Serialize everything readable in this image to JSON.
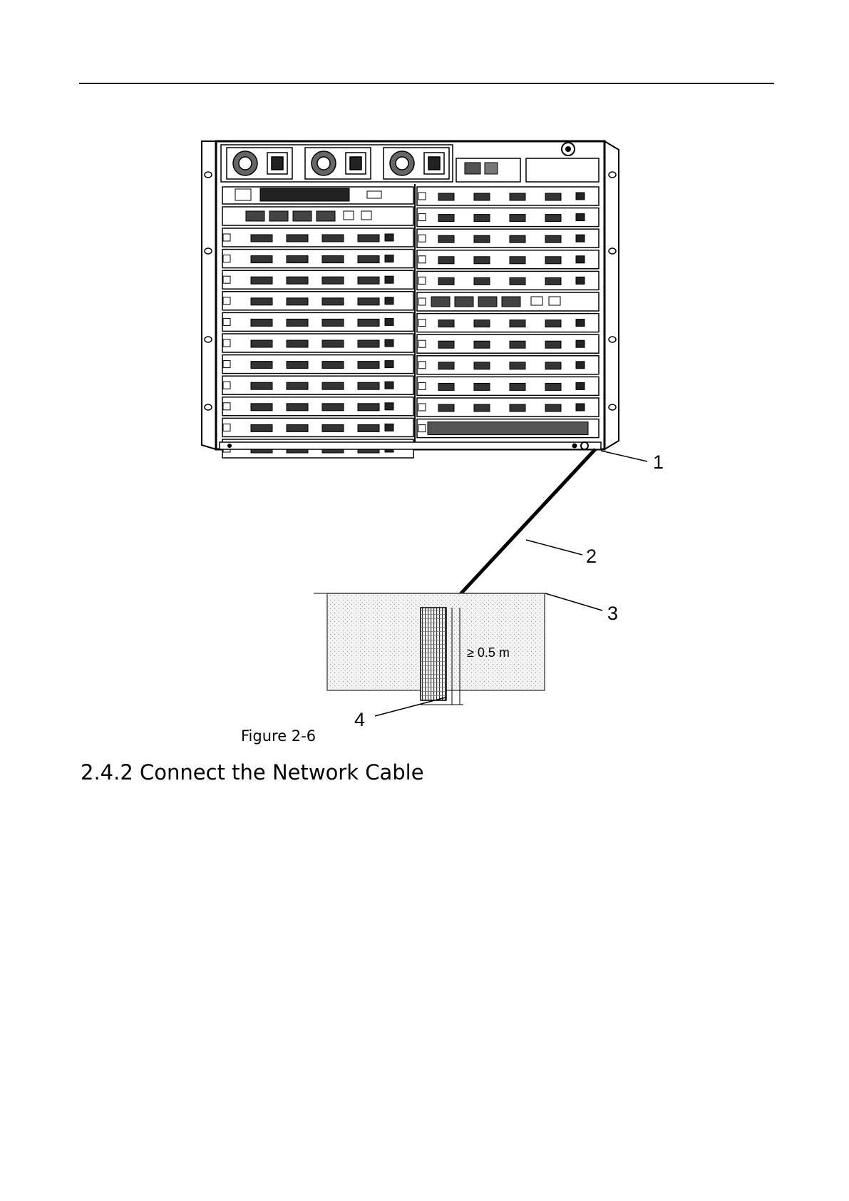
{
  "figure": {
    "caption": "Figure 2-6",
    "callouts": [
      "1",
      "2",
      "3",
      "4"
    ],
    "dimension_label": "≥ 0.5 m"
  },
  "section": {
    "heading": "2.4.2 Connect the Network Cable"
  }
}
